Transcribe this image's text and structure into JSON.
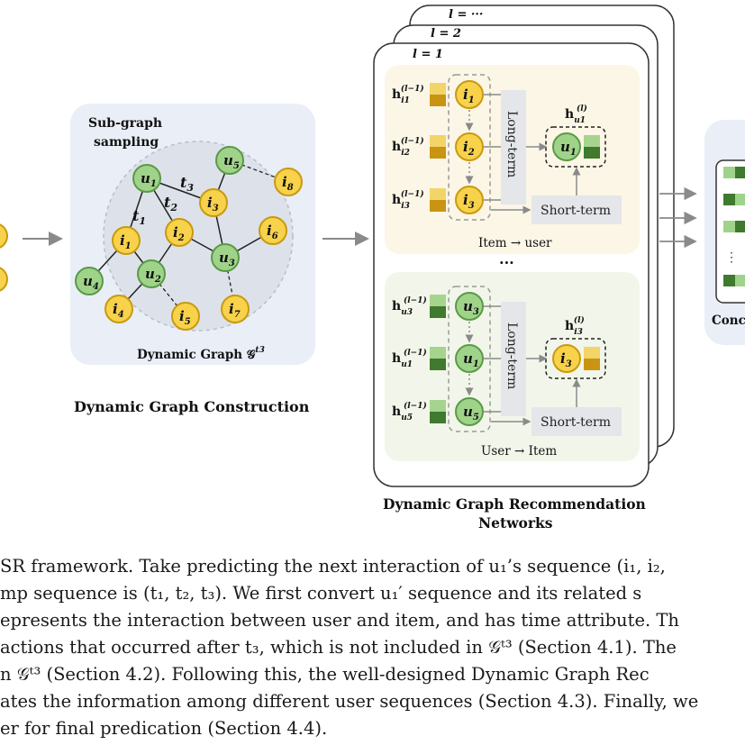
{
  "figure": {
    "left_section": {
      "title": "Dynamic Graph Construction",
      "subgraph_label_line1": "Sub-graph",
      "subgraph_label_line2": "sampling",
      "graph_caption": "Dynamic Graph 𝒢",
      "graph_caption_sup": "t3",
      "nodes": [
        {
          "id": "u1",
          "base": "u",
          "sub": "1",
          "type": "user"
        },
        {
          "id": "u2",
          "base": "u",
          "sub": "2",
          "type": "user"
        },
        {
          "id": "u3",
          "base": "u",
          "sub": "3",
          "type": "user"
        },
        {
          "id": "u4",
          "base": "u",
          "sub": "4",
          "type": "user"
        },
        {
          "id": "u5",
          "base": "u",
          "sub": "5",
          "type": "user"
        },
        {
          "id": "i1",
          "base": "i",
          "sub": "1",
          "type": "item"
        },
        {
          "id": "i2",
          "base": "i",
          "sub": "2",
          "type": "item"
        },
        {
          "id": "i3",
          "base": "i",
          "sub": "3",
          "type": "item"
        },
        {
          "id": "i4",
          "base": "i",
          "sub": "4",
          "type": "item"
        },
        {
          "id": "i5",
          "base": "i",
          "sub": "5",
          "type": "item"
        },
        {
          "id": "i6",
          "base": "i",
          "sub": "6",
          "type": "item"
        },
        {
          "id": "i7",
          "base": "i",
          "sub": "7",
          "type": "item"
        },
        {
          "id": "i8",
          "base": "i",
          "sub": "8",
          "type": "item"
        }
      ],
      "edge_labels": [
        {
          "base": "t",
          "sub": "1"
        },
        {
          "base": "t",
          "sub": "2"
        },
        {
          "base": "t",
          "sub": "3"
        }
      ]
    },
    "right_section": {
      "title_line1": "Dynamic Graph Recommendation",
      "title_line2": "Networks",
      "layer_labels": [
        "l = ···",
        "l = 2",
        "l = 1"
      ],
      "top_panel": {
        "inputs": [
          {
            "h": "h",
            "sub": "i1",
            "sup": "(l−1)",
            "node_base": "i",
            "node_sub": "1"
          },
          {
            "h": "h",
            "sub": "i2",
            "sup": "(l−1)",
            "node_base": "i",
            "node_sub": "2"
          },
          {
            "h": "h",
            "sub": "i3",
            "sup": "(l−1)",
            "node_base": "i",
            "node_sub": "3"
          }
        ],
        "long_term": "Long-term",
        "short_term": "Short-term",
        "output_h": "h",
        "output_sub": "u1",
        "output_sup": "(l)",
        "output_node_base": "u",
        "output_node_sub": "1",
        "footer": "Item → user"
      },
      "ellipsis": "···",
      "bottom_panel": {
        "inputs": [
          {
            "h": "h",
            "sub": "u3",
            "sup": "(l−1)",
            "node_base": "u",
            "node_sub": "3"
          },
          {
            "h": "h",
            "sub": "u1",
            "sup": "(l−1)",
            "node_base": "u",
            "node_sub": "1"
          },
          {
            "h": "h",
            "sub": "u5",
            "sup": "(l−1)",
            "node_base": "u",
            "node_sub": "5"
          }
        ],
        "long_term": "Long-term",
        "short_term": "Short-term",
        "output_h": "h",
        "output_sub": "i3",
        "output_sup": "(l)",
        "output_node_base": "i",
        "output_node_sub": "3",
        "footer": "User → Item"
      },
      "right_cut_label": "Conc",
      "right_cut_dots": "⋮"
    },
    "colors": {
      "user_fill": "#9fd38a",
      "user_stroke": "#5a9a45",
      "item_fill": "#f7d24a",
      "item_stroke": "#c89a10",
      "panel_top": "#fbf6e6",
      "panel_bottom": "#f2f6ea",
      "graph_bg": "#e9eef7"
    }
  },
  "caption": {
    "lines": [
      "SR framework. Take predicting the next interaction of u₁’s sequence (i₁, i₂,",
      "mp sequence is (t₁, t₂, t₃). We first convert u₁′ sequence and its related s",
      "epresents the interaction between user and item, and has time attribute. Th",
      "actions that occurred after t₃, which is not included in 𝒢ᵗ³ (Section 4.1). The",
      "n 𝒢ᵗ³ (Section 4.2). Following this, the well-designed Dynamic Graph Rec",
      "ates the information among different user sequences (Section 4.3). Finally, we",
      "er for final predication (Section 4.4)."
    ]
  }
}
